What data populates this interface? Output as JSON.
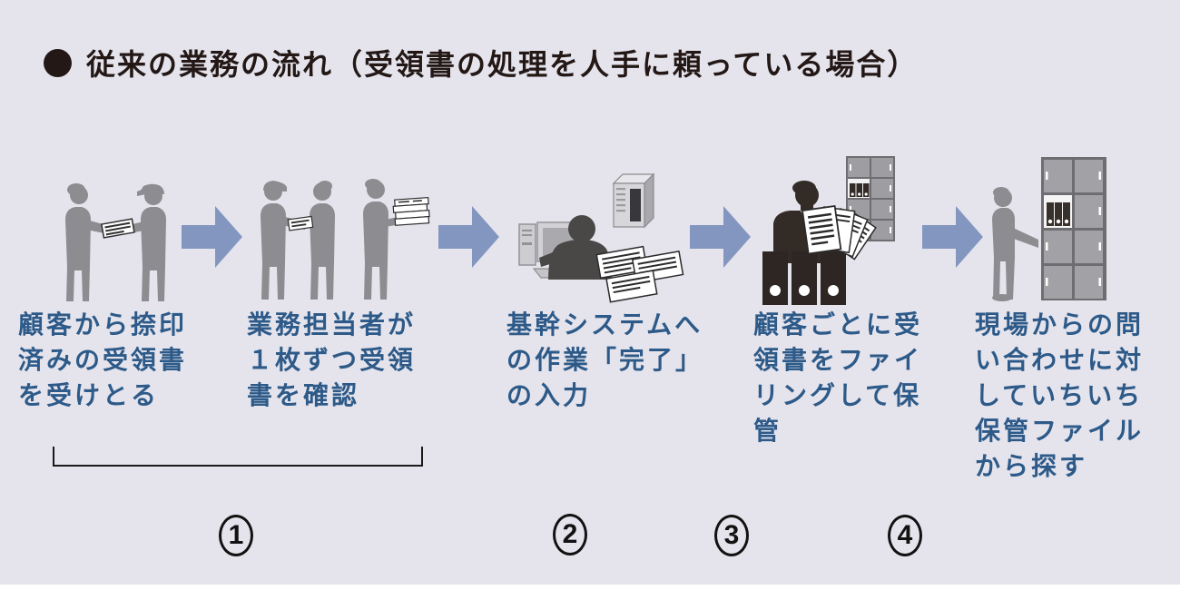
{
  "canvas": {
    "background": "#e5e4ed",
    "bottom_strip_color": "#ffffff"
  },
  "title": {
    "bullet_icon": "filled-circle-bullet",
    "text": "従来の業務の流れ（受領書の処理を人手に頼っている場合）",
    "color": "#231815"
  },
  "flow": {
    "arrow_color": "#8296bf",
    "caption_color": "#2d5a88",
    "silhouette_gray": "#8d8d91",
    "silhouette_dark": "#332b26",
    "steps": [
      {
        "icon": "handshake-receipt-icon",
        "caption": "顧客から捺印\n済みの受領書\nを受けとる"
      },
      {
        "icon": "staff-check-receipts-icon",
        "caption": "業務担当者が\n１枚ずつ受領\n書を確認"
      },
      {
        "icon": "terminal-input-icon",
        "caption": "基幹システムへ\nの作業「完了」\nの入力"
      },
      {
        "icon": "filing-storage-icon",
        "caption": "顧客ごとに受\n領書をファイ\nリングして保\n管"
      },
      {
        "icon": "search-cabinet-icon",
        "caption": "現場からの問\nい合わせに対\nしていちいち\n保管ファイル\nから探す"
      }
    ],
    "numbers": [
      "1",
      "2",
      "3",
      "4"
    ]
  }
}
